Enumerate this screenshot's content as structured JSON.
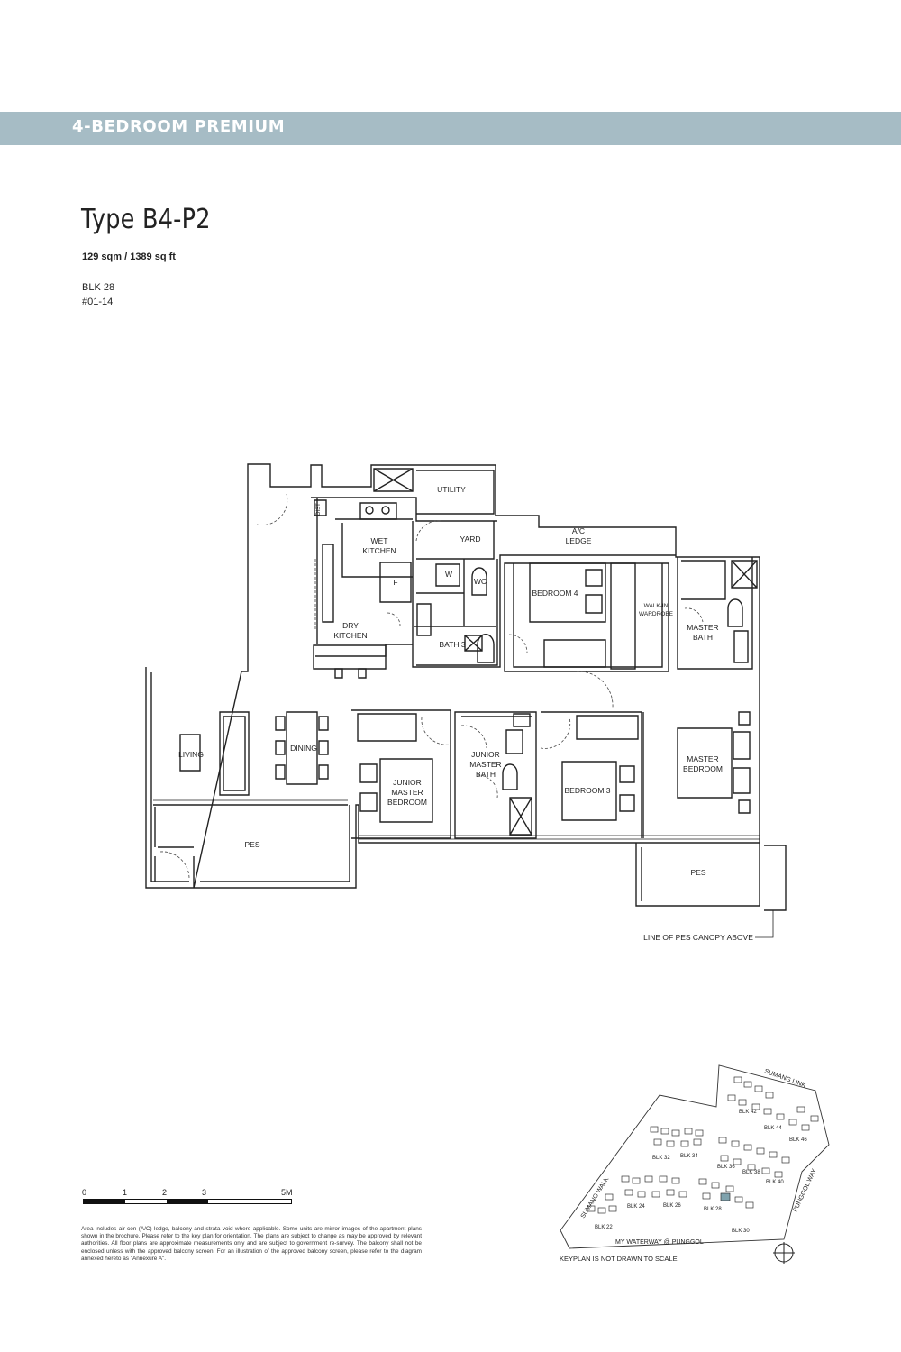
{
  "header": {
    "banner_title": "4-BEDROOM PREMIUM",
    "unit_type": "Type B4-P2",
    "area": "129 sqm / 1389 sq ft",
    "block": "BLK 28",
    "unit_number": "#01-14",
    "banner_color": "#a6bcc5"
  },
  "floorplan": {
    "rooms": {
      "utility": "UTILITY",
      "ac_ledge": [
        "A/C",
        "LEDGE"
      ],
      "yard": "YARD",
      "wet_kitchen": [
        "WET",
        "KITCHEN"
      ],
      "dist": "DIST",
      "fridge": "F",
      "washer": "W",
      "wc": "WC",
      "bedroom4": "BEDROOM 4",
      "walk_in_wardrobe": [
        "WALK-IN",
        "WARDROBE"
      ],
      "master_bath": [
        "MASTER",
        "BATH"
      ],
      "dry_kitchen": [
        "DRY",
        "KITCHEN"
      ],
      "bath3": "BATH 3",
      "living": "LIVING",
      "dining": "DINING",
      "junior_master_bath": [
        "JUNIOR",
        "MASTER",
        "BATH"
      ],
      "junior_master_bedroom": [
        "JUNIOR",
        "MASTER",
        "BEDROOM"
      ],
      "bedroom3": "BEDROOM 3",
      "master_bedroom": [
        "MASTER",
        "BEDROOM"
      ],
      "pes_left": "PES",
      "pes_right": "PES"
    },
    "canopy_note": "LINE OF PES CANOPY ABOVE"
  },
  "scale": {
    "labels": [
      "0",
      "1",
      "2",
      "3",
      "5M"
    ]
  },
  "disclaimer": "Area includes air-con (A/C) ledge, balcony and strata void where applicable. Some units are mirror images of the apartment plans shown in the brochure. Please refer to the key plan for orientation. The plans are subject to change as may be approved by relevant authorities. All floor plans are approximate measurements only and are subject to government re-survey. The balcony shall not be enclosed unless with the approved balcony screen. For an illustration of the approved balcony screen, please refer to the diagram annexed hereto as \"Annexure A\".",
  "keyplan": {
    "roads": {
      "north": "SUMANG LINK",
      "west": "SUMANG WALK",
      "east": "PUNGGOL WAY",
      "south": "MY WATERWAY @ PUNGGOL"
    },
    "blocks": [
      "BLK 42",
      "BLK 44",
      "BLK 46",
      "BLK 32",
      "BLK 34",
      "BLK 36",
      "BLK 38",
      "BLK 40",
      "BLK 24",
      "BLK 26",
      "BLK 28",
      "BLK 30",
      "BLK 22"
    ],
    "note": "KEYPLAN IS NOT DRAWN TO SCALE.",
    "highlight_color": "#7fa2ad"
  }
}
